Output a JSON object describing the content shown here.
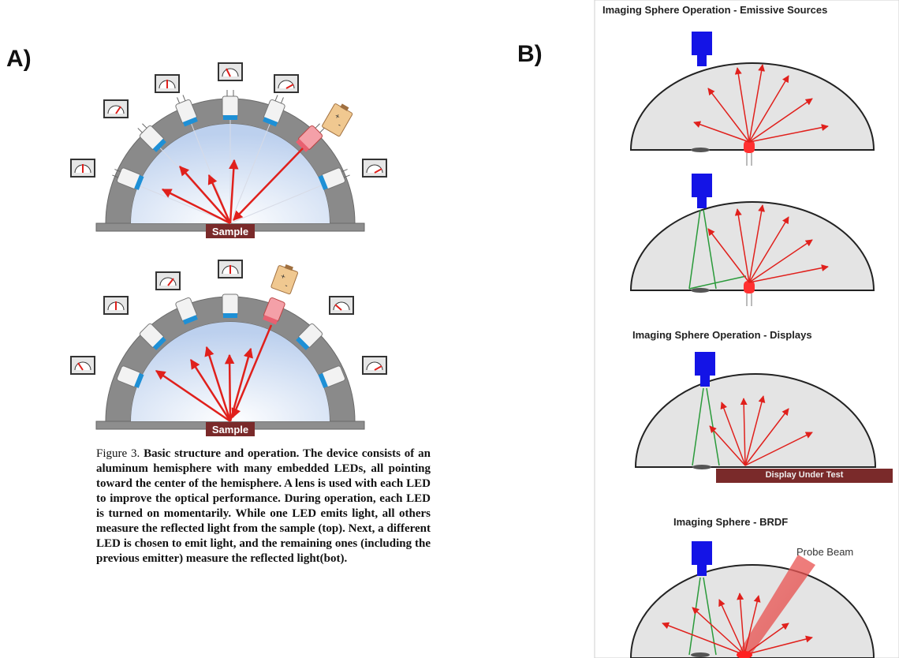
{
  "panel_a": {
    "letter": "A)",
    "sample_label": "Sample",
    "caption_lead": "Figure 3.",
    "caption_body": "Basic structure and operation.  The device consists of an aluminum hemisphere with many embedded LEDs, all pointing toward the center of the hemisphere.  A lens is used with each LED to improve the optical performance. During operation, each LED is turned on momentarily. While one LED emits light, all others measure the reflected light from the sample (top). Next, a different LED is chosen to emit light, and the remaining ones (including the previous emitter) measure the reflected light(bot)."
  },
  "panel_b": {
    "letter": "B)",
    "title_emissive": "Imaging Sphere Operation - Emissive Sources",
    "title_displays": "Imaging Sphere Operation - Displays",
    "title_brdf": "Imaging Sphere - BRDF",
    "display_label": "Display Under Test",
    "probe_label": "Probe Beam"
  },
  "colors": {
    "arrow_red": "#e0201c",
    "dome_gray": "#8a8a8a",
    "inner_blue": "#c9d8f0",
    "camera_blue": "#1414e6",
    "sample_maroon": "#7a2a2a",
    "lens_blue": "#1e90d6",
    "green_cone": "#2a9a3a"
  }
}
